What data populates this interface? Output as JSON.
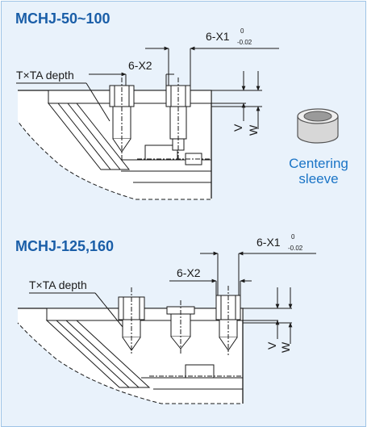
{
  "section1": {
    "title": "MCHJ-50~100",
    "dim_x1": "6-X1",
    "tol_upper": "0",
    "tol_lower": "-0.02",
    "dim_x2": "6-X2",
    "depth_label": "T×TA depth",
    "dim_v": "V",
    "dim_w": "W"
  },
  "sleeve": {
    "line1": "Centering",
    "line2": "sleeve"
  },
  "section2": {
    "title": "MCHJ-125,160",
    "dim_x1": "6-X1",
    "tol_upper": "0",
    "tol_lower": "-0.02",
    "dim_x2": "6-X2",
    "depth_label": "T×TA depth",
    "dim_v": "V",
    "dim_w": "W"
  },
  "colors": {
    "panel_bg": "#e9f2fb",
    "panel_border": "#9fc4e6",
    "title": "#1a5ea8",
    "sleeve_label": "#1a74c6",
    "line": "#1a1a1a",
    "part_fill": "#ffffff",
    "sleeve_fill": "#d7d7d7"
  }
}
